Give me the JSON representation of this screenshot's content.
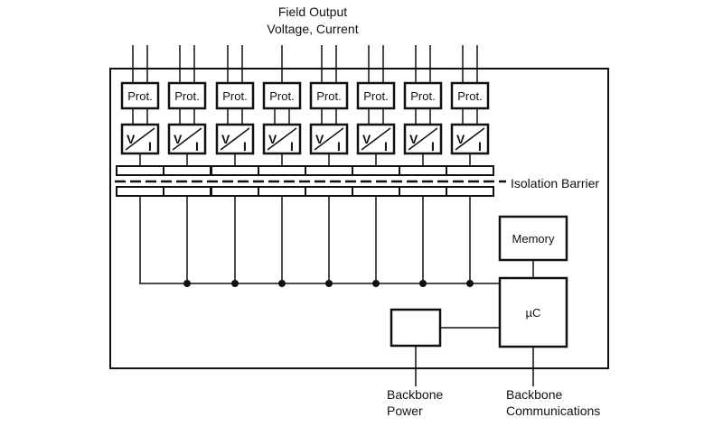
{
  "field_output": {
    "line1": "Field Output",
    "line2": "Voltage, Current"
  },
  "isolation_label": "Isolation Barrier",
  "channels": [
    {
      "prot": "Prot.",
      "v": "V",
      "i": "I",
      "field_wires": 2
    },
    {
      "prot": "Prot.",
      "v": "V",
      "i": "I",
      "field_wires": 2
    },
    {
      "prot": "Prot.",
      "v": "V",
      "i": "I",
      "field_wires": 2
    },
    {
      "prot": "Prot.",
      "v": "V",
      "i": "I",
      "field_wires": 1
    },
    {
      "prot": "Prot.",
      "v": "V",
      "i": "I",
      "field_wires": 2
    },
    {
      "prot": "Prot.",
      "v": "V",
      "i": "I",
      "field_wires": 2
    },
    {
      "prot": "Prot.",
      "v": "V",
      "i": "I",
      "field_wires": 2
    },
    {
      "prot": "Prot.",
      "v": "V",
      "i": "I",
      "field_wires": 2
    }
  ],
  "memory_label": "Memory",
  "uc_label": "µC",
  "power_block_label": "",
  "backbone_power": {
    "line1": "Backbone",
    "line2": "Power"
  },
  "backbone_comms": {
    "line1": "Backbone",
    "line2": "Communications"
  },
  "colors": {
    "stroke": "#111111",
    "background": "#ffffff"
  }
}
